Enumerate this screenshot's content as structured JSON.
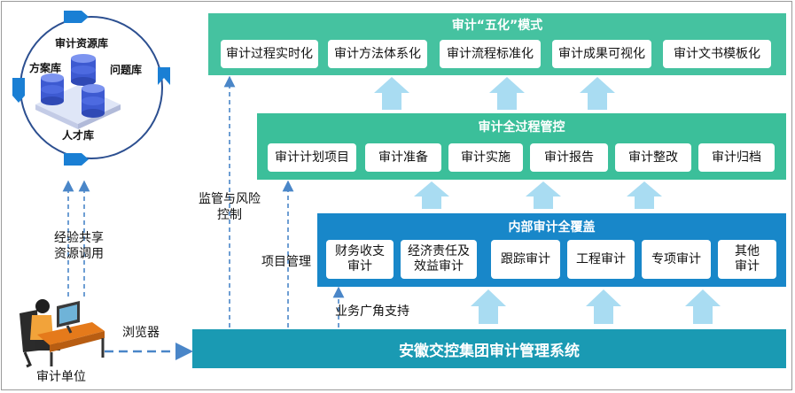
{
  "wuhua": {
    "title": "审计“五化”模式",
    "items": [
      "审计过程实时化",
      "审计方法体系化",
      "审计流程标准化",
      "审计成果可视化",
      "审计文书模板化"
    ]
  },
  "process": {
    "title": "审计全过程管控",
    "items": [
      "审计计划项目",
      "审计准备",
      "审计实施",
      "审计报告",
      "审计整改",
      "审计归档"
    ]
  },
  "coverage": {
    "title": "内部审计全覆盖",
    "items": [
      [
        "财务收支",
        "审计"
      ],
      [
        "经济责任及",
        "效益审计"
      ],
      [
        "跟踪审计"
      ],
      [
        "工程审计"
      ],
      [
        "专项审计"
      ],
      [
        "其他",
        "审计"
      ]
    ]
  },
  "system_bar": "安徽交控集团审计管理系统",
  "library": {
    "title": "审计资源库",
    "left": "方案库",
    "right": "问题库",
    "bottom": "人才库"
  },
  "labels": {
    "supervision": [
      "监管与风险",
      "控制"
    ],
    "project": "项目管理",
    "business": "业务广角支持",
    "experience": [
      "经验共享",
      "资源调用"
    ],
    "browser": "浏览器",
    "unit": "审计单位"
  },
  "colors": {
    "wuhua_bg": "#45c2a0",
    "process_bg": "#3bbf9a",
    "coverage_bg": "#1887c9",
    "bar_bg": "#1a9ab3",
    "arrow": "#a9dcf2",
    "dash": "#4a86c8"
  }
}
